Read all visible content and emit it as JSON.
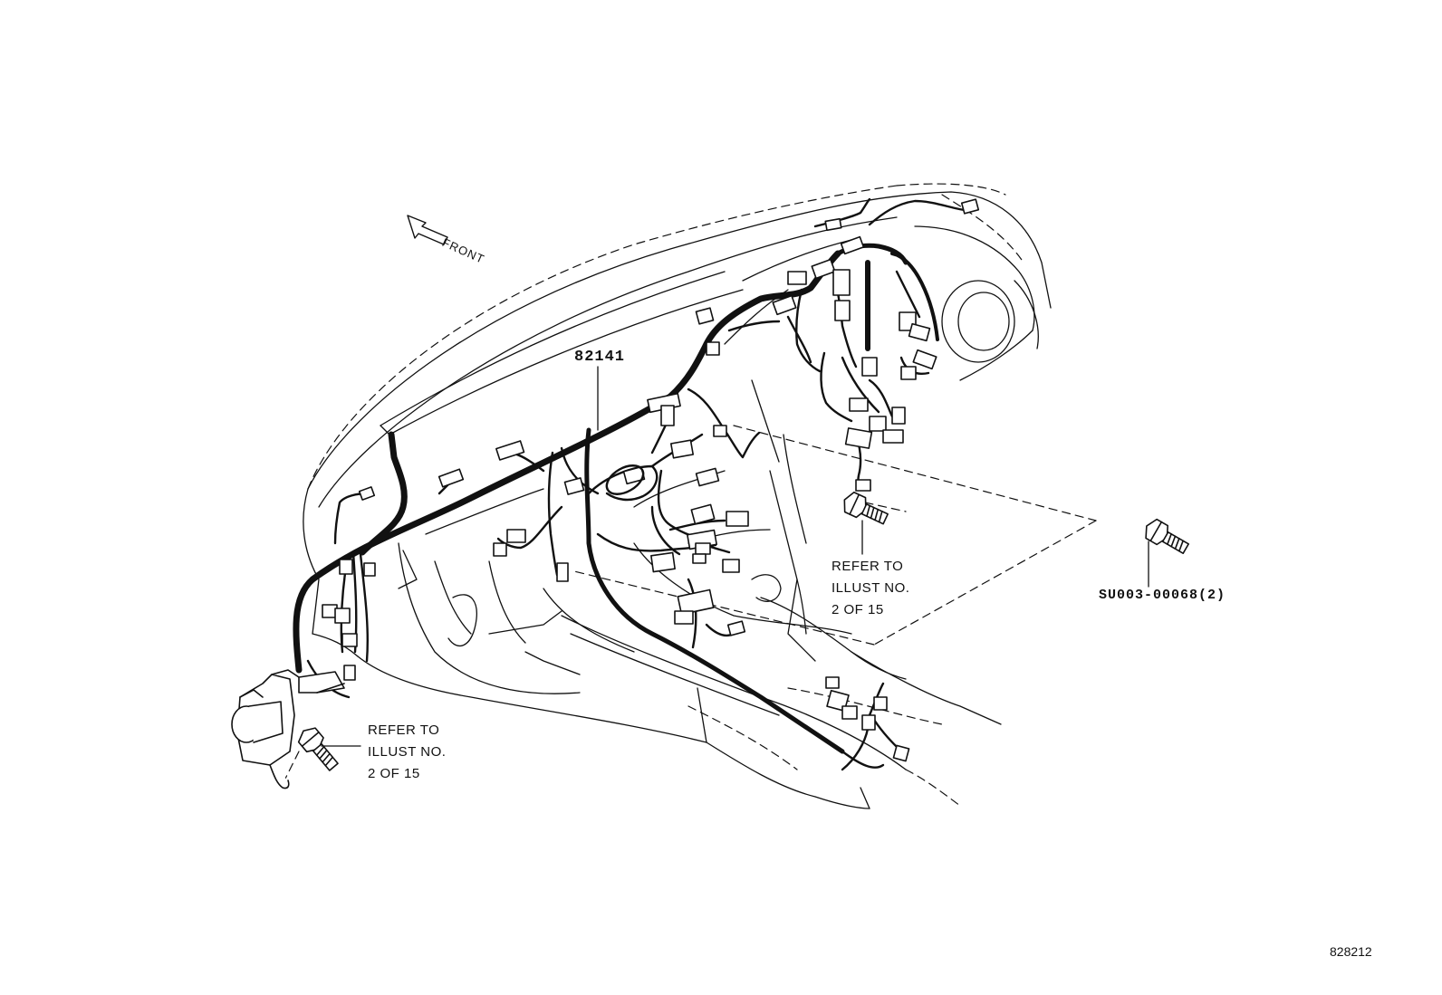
{
  "labels": {
    "front": "FRONT",
    "harness_part": "82141",
    "bolt_part": "SU003-00068(2)",
    "refer_left": [
      "REFER TO",
      "ILLUST NO.",
      "2 OF 15"
    ],
    "refer_center": [
      "REFER TO",
      "ILLUST NO.",
      "2 OF 15"
    ],
    "figure_id": "828212"
  },
  "icons": [
    "front-arrow-icon",
    "bolt-icon",
    "bolt-icon",
    "bolt-icon"
  ],
  "colors": {
    "line": "#111111",
    "background": "#ffffff"
  }
}
